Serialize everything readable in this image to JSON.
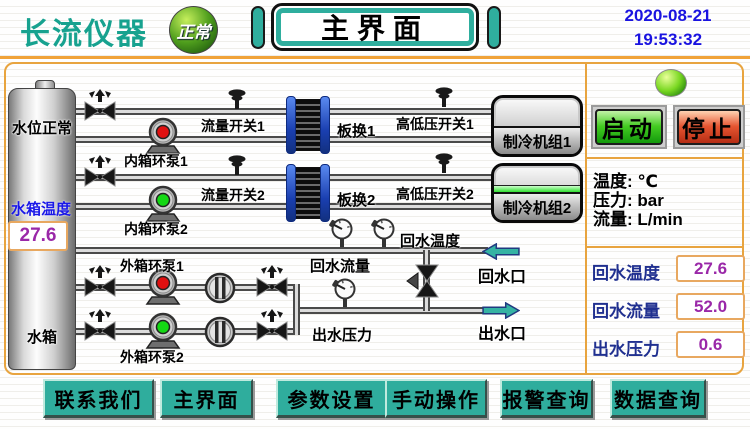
{
  "header": {
    "logo": "长流仪器",
    "status": "正常",
    "title": "主界面",
    "date": "2020-08-21",
    "time": "19:53:32"
  },
  "colors": {
    "teal": "#2fae9e",
    "orange_border": "#e8a43f",
    "date_blue": "#1a13e0",
    "value_purple": "#9a28a8",
    "reading_label_blue": "#203090",
    "start_green": "#43cb21",
    "stop_red": "#e65531",
    "run_green": "#27dd27",
    "alarm_red": "#e01010"
  },
  "tank": {
    "level_status": "水位正常",
    "temp_label": "水箱温度",
    "temp_value": "27.6",
    "name": "水箱"
  },
  "diagram": {
    "inner_pump1": "内箱环泵1",
    "inner_pump2": "内箱环泵2",
    "outer_pump1": "外箱环泵1",
    "outer_pump2": "外箱环泵2",
    "flow_switch1": "流量开关1",
    "flow_switch2": "流量开关2",
    "hx1": "板换1",
    "hx2": "板换2",
    "hp_switch1": "高低压开关1",
    "hp_switch2": "高低压开关2",
    "chiller1": "制冷机组1",
    "chiller2": "制冷机组2",
    "return_temp": "回水温度",
    "return_flow": "回水流量",
    "outlet_pressure": "出水压力",
    "return_port": "回水口",
    "outlet_port": "出水口"
  },
  "panel": {
    "start": "启动",
    "stop": "停止",
    "units": [
      "温度: ℃",
      "压力: bar",
      "流量: L/min"
    ],
    "readings": [
      {
        "label": "回水温度",
        "value": "27.6"
      },
      {
        "label": "回水流量",
        "value": "52.0"
      },
      {
        "label": "出水压力",
        "value": "0.6"
      }
    ]
  },
  "nav": {
    "items": [
      "联系我们",
      "主界面",
      "参数设置",
      "手动操作",
      "报警查询",
      "数据查询"
    ]
  }
}
